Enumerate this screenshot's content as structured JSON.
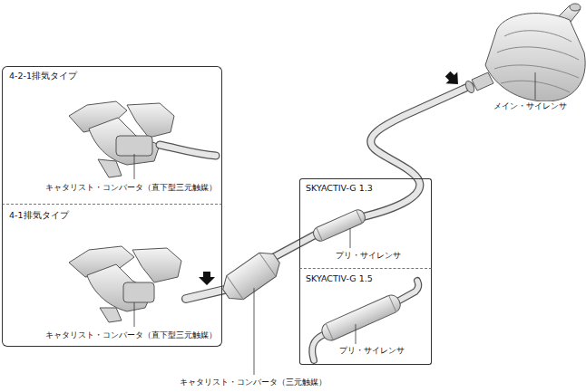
{
  "diagram": {
    "nodes": [
      {
        "text": [
          "4-2-1排気タイプ",
          "キャタリスト・コンバータ（直下型三元触媒）"
        ]
      },
      {
        "text": [
          "4-1排気タイプ",
          "キャタリスト・コンバータ（直下型三元触媒）"
        ]
      },
      {
        "text": [
          "SKYACTIV-G 1.3",
          "プリ・サイレンサ"
        ]
      },
      {
        "text": [
          "SKYACTIV-G 1.5",
          "プリ・サイレンサ"
        ]
      }
    ],
    "labels": [
      "メイン・サイレンサ",
      "キャタリスト・コンバータ（三元触媒）"
    ]
  }
}
